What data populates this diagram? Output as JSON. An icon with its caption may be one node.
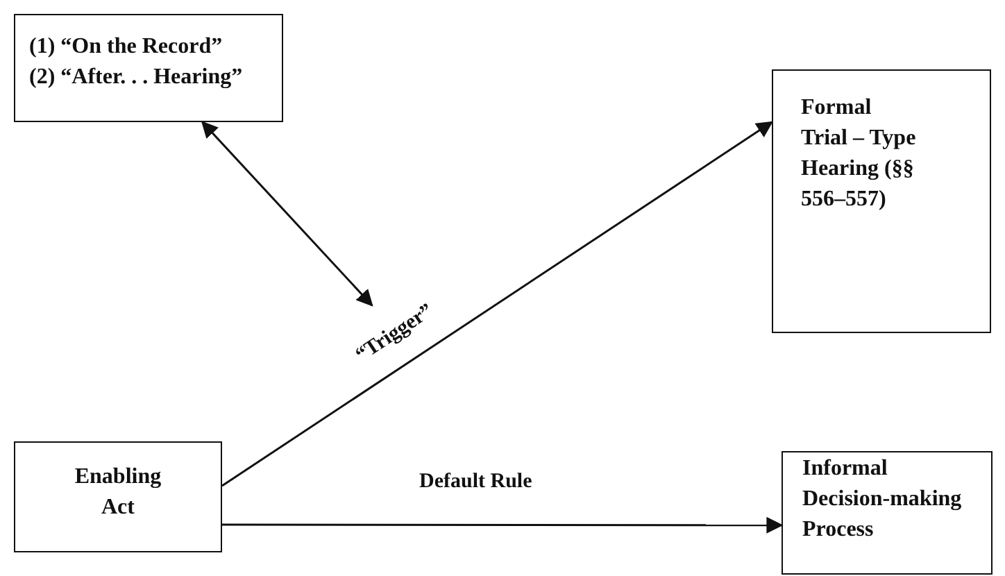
{
  "diagram": {
    "nodes": [
      {
        "text": [
          "(1) “On the Record”",
          "(2) “After. . . Hearing”"
        ]
      },
      {
        "text": [
          "Formal Trial – Type Hearing (§§ 556–557)"
        ]
      },
      {
        "text": [
          "Enabling Act"
        ]
      },
      {
        "text": [
          "Informal Decision-making Process"
        ]
      }
    ],
    "edges": [
      {
        "from": 2,
        "to": 1,
        "arrow": "to",
        "label": "“Trigger”"
      },
      {
        "from": 2,
        "to": 3,
        "arrow": "to",
        "label": "Default Rule"
      },
      {
        "from": 0,
        "to": null,
        "arrow": "both"
      }
    ]
  }
}
